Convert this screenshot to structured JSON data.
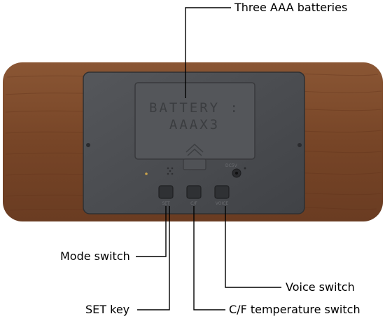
{
  "labels": {
    "batteries": "Three AAA batteries",
    "mode": "Mode switch",
    "set": "SET key",
    "voice": "Voice switch",
    "cf": "C/F temperature switch"
  },
  "embossed": {
    "line1": "BATTERY :",
    "line2": "AAAX3"
  },
  "panel_text": {
    "dc_jack": "DC5V",
    "btn_set": "SET",
    "btn_cf": "C/F",
    "btn_voice": "VOICE"
  },
  "colors": {
    "wood": "#7a4a2c",
    "panel": "#4b4d51",
    "leader": "#000000"
  }
}
